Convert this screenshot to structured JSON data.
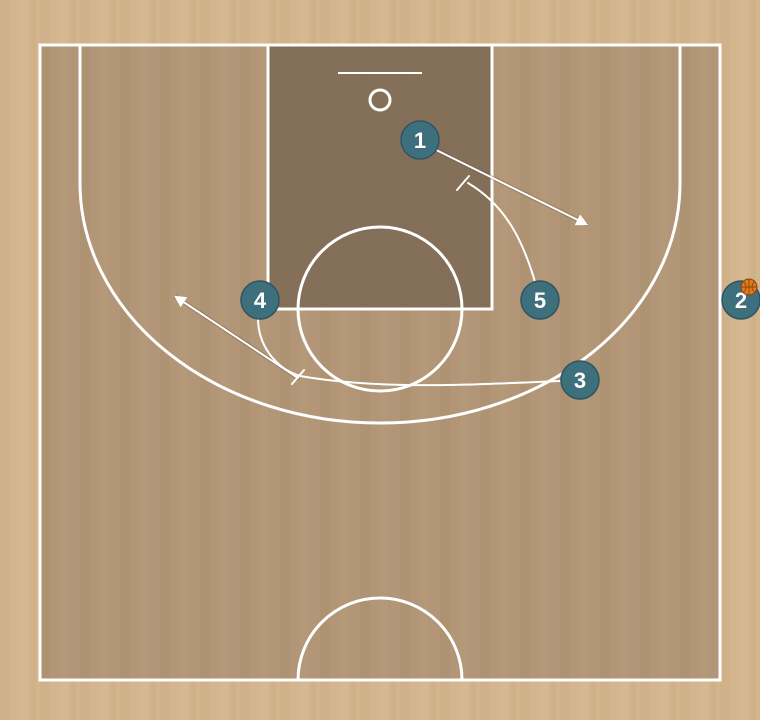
{
  "players": [
    {
      "id": "1",
      "label": "1"
    },
    {
      "id": "2",
      "label": "2",
      "has_ball": true
    },
    {
      "id": "3",
      "label": "3"
    },
    {
      "id": "4",
      "label": "4"
    },
    {
      "id": "5",
      "label": "5"
    }
  ],
  "colors": {
    "floor": "#d2b48c",
    "court_area": "#b09474",
    "paint": "#7e6a55",
    "lines": "#ffffff",
    "player_fill": "#3e6f7d",
    "player_text": "#ffffff",
    "ball": "#e07a1f"
  },
  "icons": {
    "ball": "basketball-icon"
  }
}
